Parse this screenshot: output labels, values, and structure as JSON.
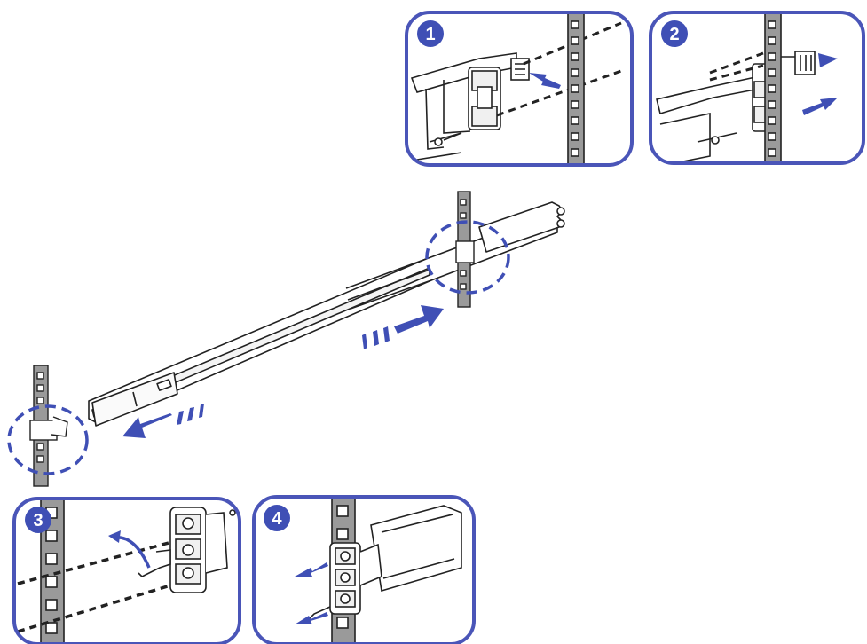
{
  "colors": {
    "accent": "#3f4fb5",
    "panel_border": "#4a55b8",
    "badge_fill": "#3f4fb5",
    "upright_fill": "#9a9a9a",
    "line": "#222222"
  },
  "steps": [
    {
      "number": "1"
    },
    {
      "number": "2"
    },
    {
      "number": "3"
    },
    {
      "number": "4"
    }
  ]
}
